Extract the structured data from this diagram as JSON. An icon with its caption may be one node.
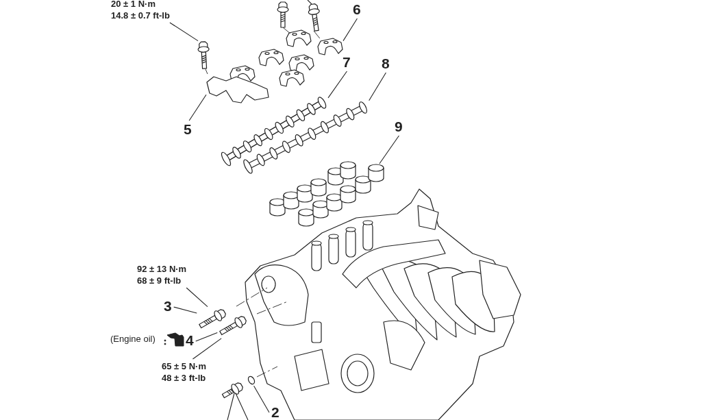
{
  "diagram": {
    "nodes": [
      {
        "text": [
          "20 ± 1 N·m",
          "14.8 ± 0.7 ft-lb"
        ]
      },
      {
        "text": [
          "5"
        ]
      },
      {
        "text": [
          "6"
        ]
      },
      {
        "text": [
          "7"
        ]
      },
      {
        "text": [
          "8"
        ]
      },
      {
        "text": [
          "9"
        ]
      },
      {
        "text": [
          "92 ± 13 N·m",
          "68 ± 9 ft-lb"
        ]
      },
      {
        "text": [
          "3"
        ]
      },
      {
        "text": [
          "4"
        ]
      },
      {
        "text": [
          "65 ± 5 N·m",
          "48 ± 3 ft-lb"
        ]
      },
      {
        "text": [
          "2"
        ]
      },
      {
        "text": [],
        "shape": "picture"
      },
      {
        "text": [],
        "shape": "picture"
      },
      {
        "text": [],
        "shape": "picture"
      },
      {
        "text": [],
        "shape": "picture"
      },
      {
        "text": [],
        "shape": "picture"
      },
      {
        "text": [],
        "shape": "cylinder"
      },
      {
        "text": [],
        "shape": "picture"
      },
      {
        "text": [],
        "shape": "picture"
      },
      {
        "text": [],
        "shape": "circle"
      }
    ],
    "edges": [
      {
        "from": 0,
        "to": 11,
        "arrow": "none"
      },
      {
        "from": 1,
        "to": 12,
        "arrow": "none"
      },
      {
        "from": 2,
        "to": 13,
        "arrow": "none"
      },
      {
        "from": 3,
        "to": 14,
        "arrow": "none"
      },
      {
        "from": 4,
        "to": 15,
        "arrow": "none"
      },
      {
        "from": 5,
        "to": 16,
        "arrow": "none"
      },
      {
        "from": 6,
        "to": 17,
        "arrow": "none"
      },
      {
        "from": 7,
        "to": 17,
        "arrow": "none"
      },
      {
        "from": 8,
        "to": 18,
        "arrow": "none"
      },
      {
        "from": 9,
        "to": 18,
        "arrow": "none"
      },
      {
        "from": 10,
        "to": 19,
        "arrow": "none"
      }
    ],
    "labels": [
      "(Engine oil)"
    ]
  }
}
